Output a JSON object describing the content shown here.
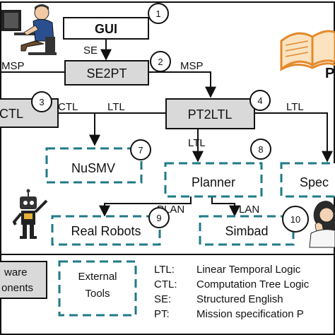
{
  "diagram": {
    "nodes": {
      "gui": {
        "label": "GUI",
        "number": "1",
        "kind": "user-interface"
      },
      "se2pt": {
        "label": "SE2PT",
        "number": "2",
        "kind": "component"
      },
      "ctl_box": {
        "label": "CTL",
        "number": "3",
        "kind": "component"
      },
      "pt2ltl": {
        "label": "PT2LTL",
        "number": "4",
        "kind": "component"
      },
      "nusmv": {
        "label": "NuSMV",
        "number": "7",
        "kind": "external"
      },
      "planner": {
        "label": "Planner",
        "number": "8",
        "kind": "external"
      },
      "spec": {
        "label": "Spec",
        "kind": "external"
      },
      "real_robots": {
        "label": "Real Robots",
        "number": "9",
        "kind": "external"
      },
      "simbad": {
        "label": "Simbad",
        "number": "10",
        "kind": "external"
      }
    },
    "edge_labels": {
      "se": "SE",
      "msp_left": "MSP",
      "msp_right": "MSP",
      "ctl": "CTL",
      "ltl_left": "LTL",
      "ltl_planner": "LTL",
      "ltl_right": "LTL",
      "plan_left": "PLAN",
      "plan_right": "PLAN"
    },
    "partial_text": {
      "right_edge": "P"
    },
    "legend": {
      "software_line1": "ware",
      "software_line2": "onents",
      "external_line1": "External",
      "external_line2": "Tools",
      "abbreviations": [
        {
          "abbr": "LTL:",
          "meaning": "Linear  Temporal Logic"
        },
        {
          "abbr": "CTL:",
          "meaning": "Computation Tree Logic"
        },
        {
          "abbr": "SE:",
          "meaning": "Structured English"
        },
        {
          "abbr": "PT:",
          "meaning": "Mission  specification P"
        }
      ]
    },
    "colors": {
      "component_fill": "#d9d9d9",
      "external_border": "#1f7a87",
      "line": "#111111",
      "book": "#e38a2c"
    },
    "icons": [
      "user-at-computer-icon",
      "book-icon",
      "robot-icon",
      "person-thinking-icon"
    ]
  }
}
